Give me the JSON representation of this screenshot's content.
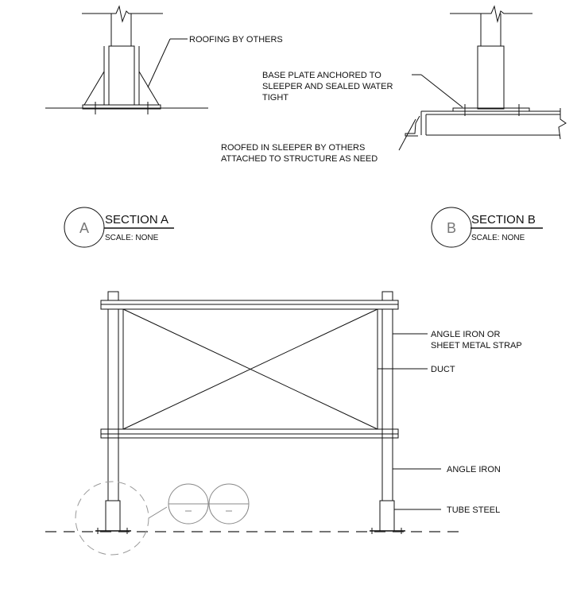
{
  "detail_a": {
    "callout_roofing": "ROOFING BY OTHERS"
  },
  "detail_b": {
    "callout_base_plate": [
      "BASE PLATE ANCHORED TO",
      "SLEEPER AND SEALED WATER",
      "TIGHT"
    ],
    "callout_roofed": [
      "ROOFED IN SLEEPER BY OTHERS",
      "ATTACHED TO STRUCTURE AS NEED"
    ]
  },
  "section_a": {
    "letter": "A",
    "title": "SECTION A",
    "scale": "SCALE: NONE"
  },
  "section_b": {
    "letter": "B",
    "title": "SECTION B",
    "scale": "SCALE: NONE"
  },
  "elevation": {
    "callout_angle_strap": [
      "ANGLE IRON OR",
      "SHEET METAL STRAP"
    ],
    "callout_duct": "DUCT",
    "callout_angle_iron": "ANGLE IRON",
    "callout_tube_steel": "TUBE STEEL"
  }
}
